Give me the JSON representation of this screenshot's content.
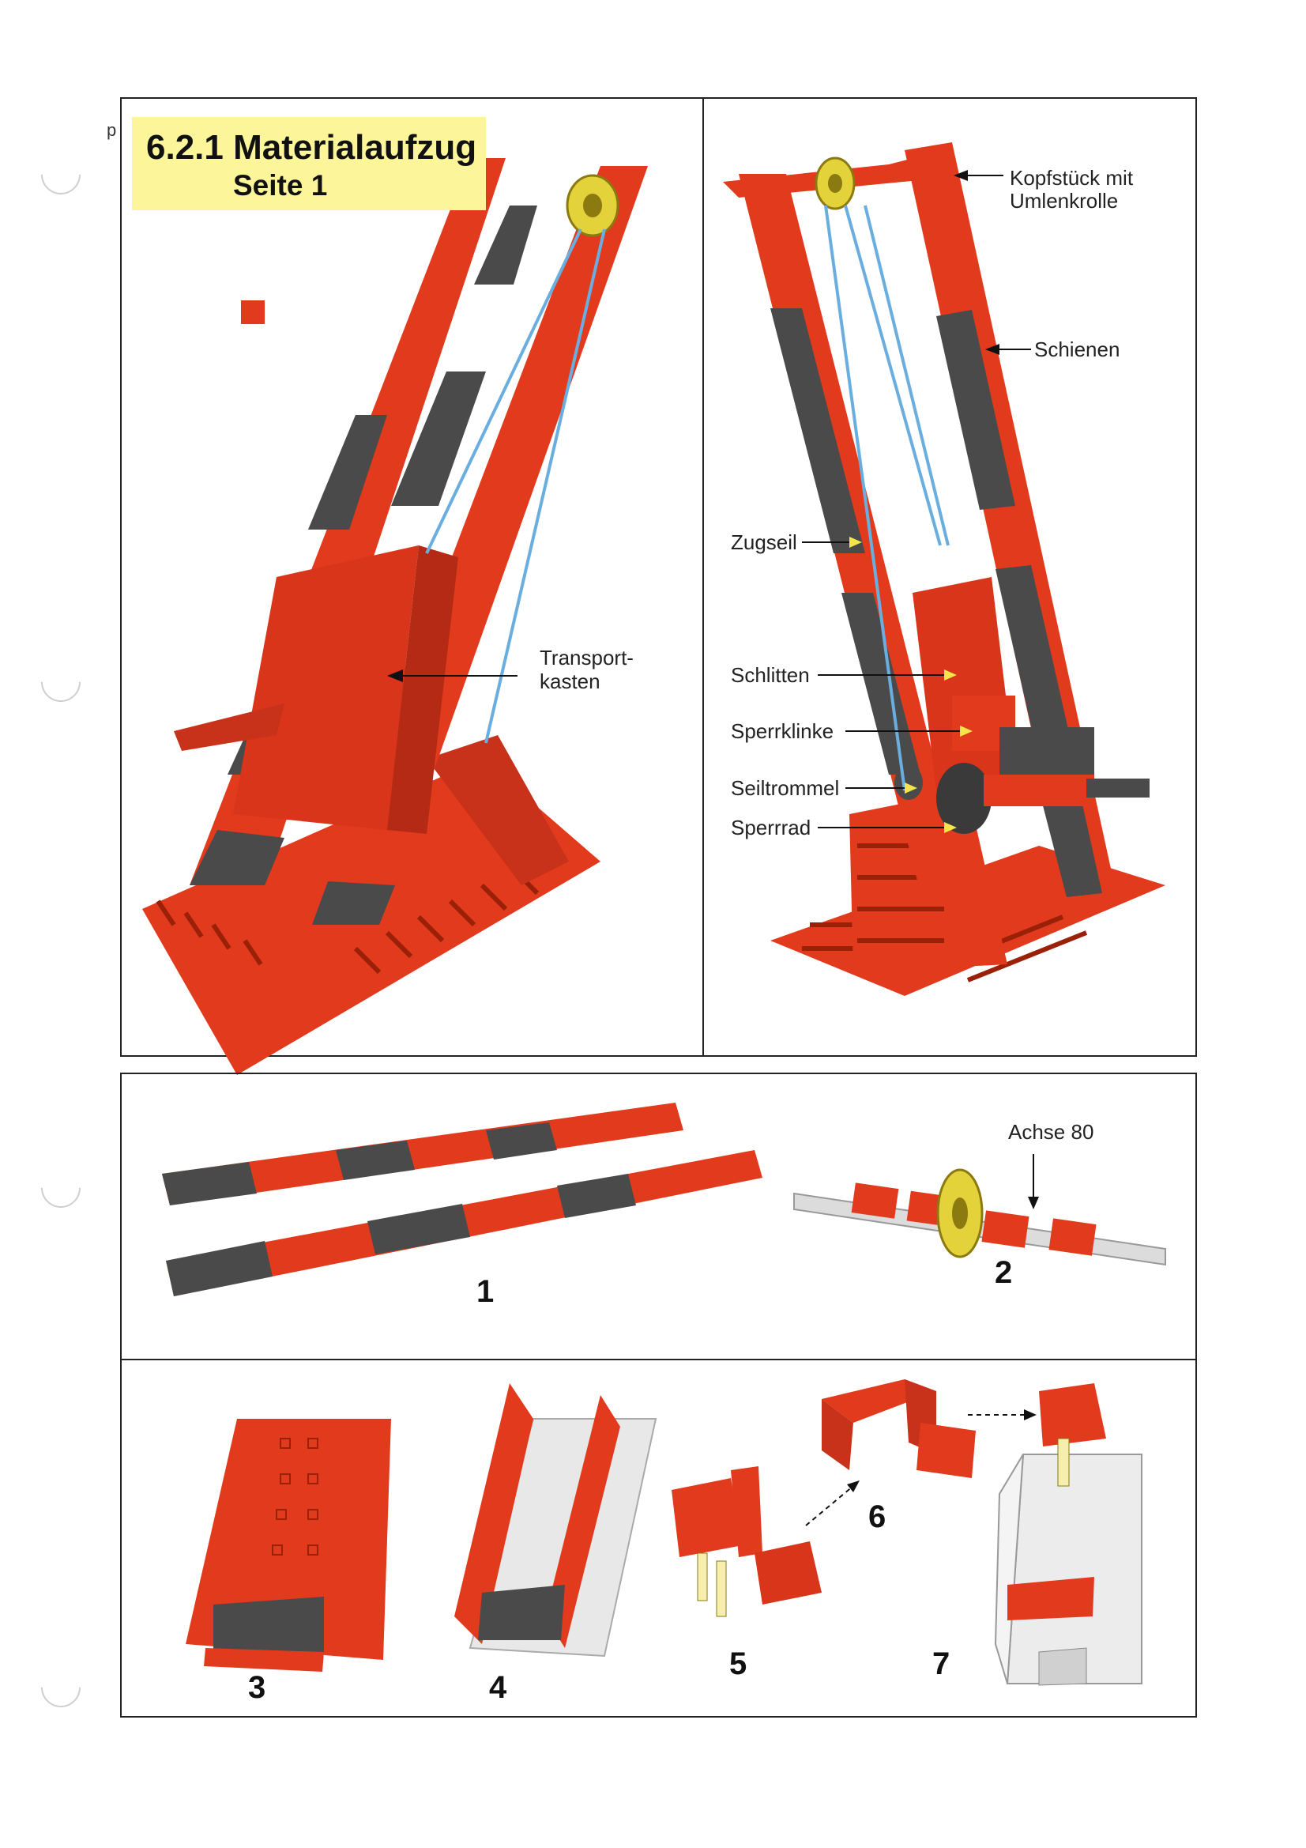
{
  "header": {
    "title": "6.2.1 Materialaufzug",
    "subtitle": "Seite 1",
    "margin_mark": "p"
  },
  "labels": {
    "transport": [
      "Transport-",
      "kasten"
    ],
    "kopfstueck": [
      "Kopfstück mit",
      "Umlenkrolle"
    ],
    "schienen": "Schienen",
    "zugseil": "Zugseil",
    "schlitten": "Schlitten",
    "sperrklinke": "Sperrklinke",
    "seiltrommel": "Seiltrommel",
    "sperrrad": "Sperrrad",
    "achse": "Achse 80"
  },
  "steps": [
    "1",
    "2",
    "3",
    "4",
    "5",
    "6",
    "7"
  ],
  "colors": {
    "red": "#e23a1c",
    "dark": "#4a4a4a",
    "yellow": "#e3d23a",
    "rope": "#6aaee0",
    "titlebg": "#fcf59a"
  }
}
